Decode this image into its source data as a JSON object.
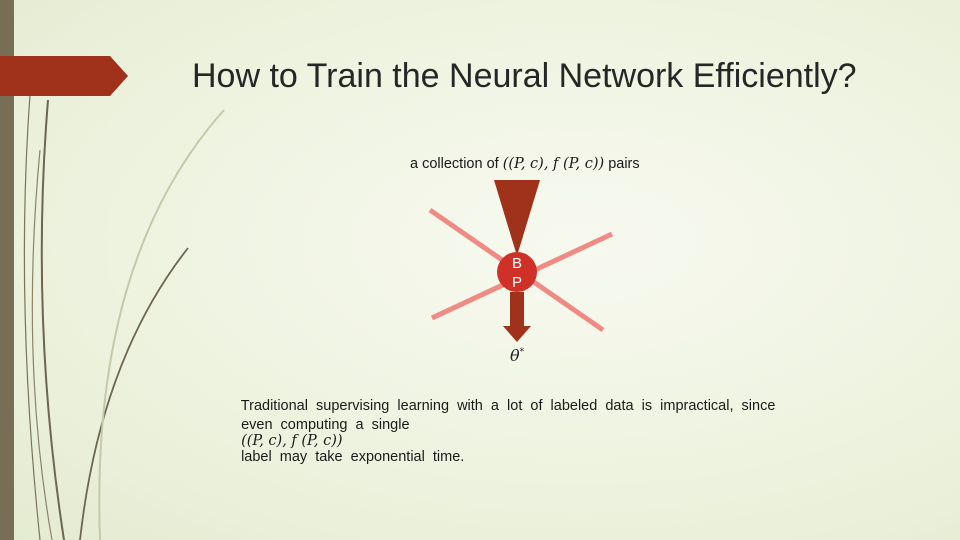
{
  "slide": {
    "title": "How to Train the Neural Network Efficiently?",
    "top_caption": {
      "lead": "a collection  of",
      "formula": "((P, c), f (P, c))",
      "tail": "pairs"
    },
    "node": {
      "line1": "B",
      "line2": "P"
    },
    "output": {
      "symbol": "θ",
      "superscript": "*"
    },
    "body": {
      "line1": "Traditional  supervising  learning  with  a  lot  of  labeled  data  is  impractical,  since",
      "line2_lead": "even  computing  a  single",
      "line2_formula": "((P, c), f (P, c))",
      "line2_tail": "label  may  take  exponential  time."
    }
  },
  "colors": {
    "accent_red": "#a0311b",
    "ray_pink": "#ef8a84",
    "sidebar": "#776f55"
  }
}
